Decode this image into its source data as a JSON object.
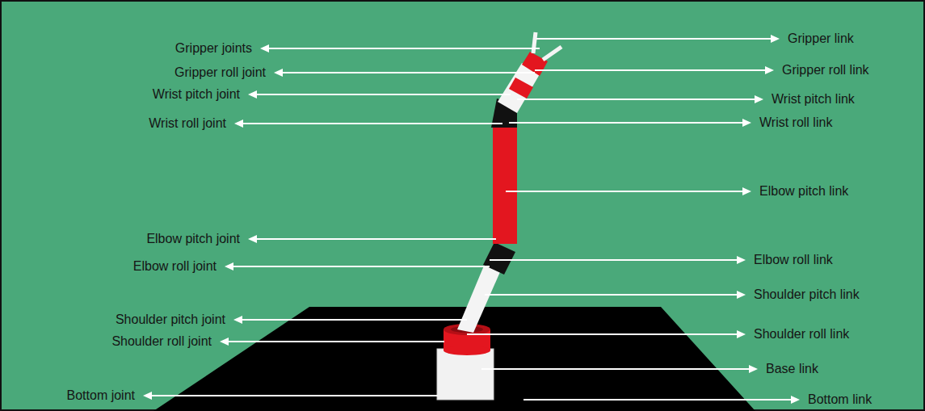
{
  "diagram": {
    "labels": [
      "Gripper joints",
      "Gripper roll joint",
      "Wrist pitch joint",
      "Wrist roll joint",
      "Elbow pitch joint",
      "Elbow roll joint",
      "Shoulder pitch joint",
      "Shoulder roll joint",
      "Bottom joint",
      "Gripper link",
      "Gripper roll link",
      "Wrist pitch link",
      "Wrist roll link",
      "Elbow pitch link",
      "Elbow roll link",
      "Shoulder pitch link",
      "Shoulder roll link",
      "Base link",
      "Bottom link"
    ]
  }
}
